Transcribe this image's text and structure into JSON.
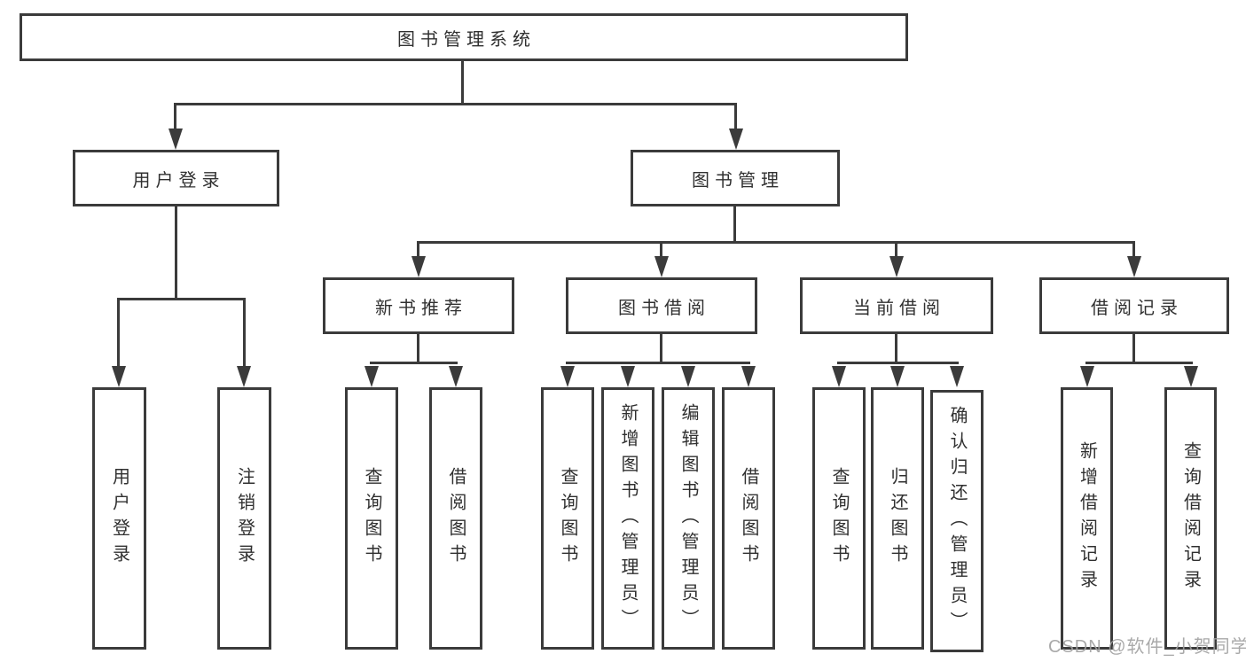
{
  "colors": {
    "line": "#3b3b3b",
    "text": "#303030",
    "background": "#ffffff",
    "watermark": "#a0a0a0"
  },
  "watermark": "CSDN @软件_小贺同学",
  "nodes": {
    "root": {
      "label": "图书管理系统"
    },
    "user_login": {
      "label": "用户登录"
    },
    "book_mgmt": {
      "label": "图书管理"
    },
    "new_book_rec": {
      "label": "新书推荐"
    },
    "book_borrow": {
      "label": "图书借阅"
    },
    "current_borrow": {
      "label": "当前借阅"
    },
    "borrow_records": {
      "label": "借阅记录"
    },
    "leaf_user_login": {
      "label": "用户登录"
    },
    "leaf_logout": {
      "label": "注销登录"
    },
    "leaf_query_book_1": {
      "label": "查询图书"
    },
    "leaf_borrow_book_1": {
      "label": "借阅图书"
    },
    "leaf_query_book_2": {
      "label": "查询图书"
    },
    "leaf_add_book": {
      "label": "新增图书（管理员）"
    },
    "leaf_edit_book": {
      "label": "编辑图书（管理员）"
    },
    "leaf_borrow_book_2": {
      "label": "借阅图书"
    },
    "leaf_query_book_3": {
      "label": "查询图书"
    },
    "leaf_return_book": {
      "label": "归还图书"
    },
    "leaf_confirm_return": {
      "label": "确认归还（管理员）"
    },
    "leaf_add_record": {
      "label": "新增借阅记录"
    },
    "leaf_query_record": {
      "label": "查询借阅记录"
    }
  },
  "tree": {
    "label": "图书管理系统",
    "children": [
      {
        "label": "用户登录",
        "children": [
          {
            "label": "用户登录"
          },
          {
            "label": "注销登录"
          }
        ]
      },
      {
        "label": "图书管理",
        "children": [
          {
            "label": "新书推荐",
            "children": [
              {
                "label": "查询图书"
              },
              {
                "label": "借阅图书"
              }
            ]
          },
          {
            "label": "图书借阅",
            "children": [
              {
                "label": "查询图书"
              },
              {
                "label": "新增图书（管理员）"
              },
              {
                "label": "编辑图书（管理员）"
              },
              {
                "label": "借阅图书"
              }
            ]
          },
          {
            "label": "当前借阅",
            "children": [
              {
                "label": "查询图书"
              },
              {
                "label": "归还图书"
              },
              {
                "label": "确认归还（管理员）"
              }
            ]
          },
          {
            "label": "借阅记录",
            "children": [
              {
                "label": "新增借阅记录"
              },
              {
                "label": "查询借阅记录"
              }
            ]
          }
        ]
      }
    ]
  }
}
